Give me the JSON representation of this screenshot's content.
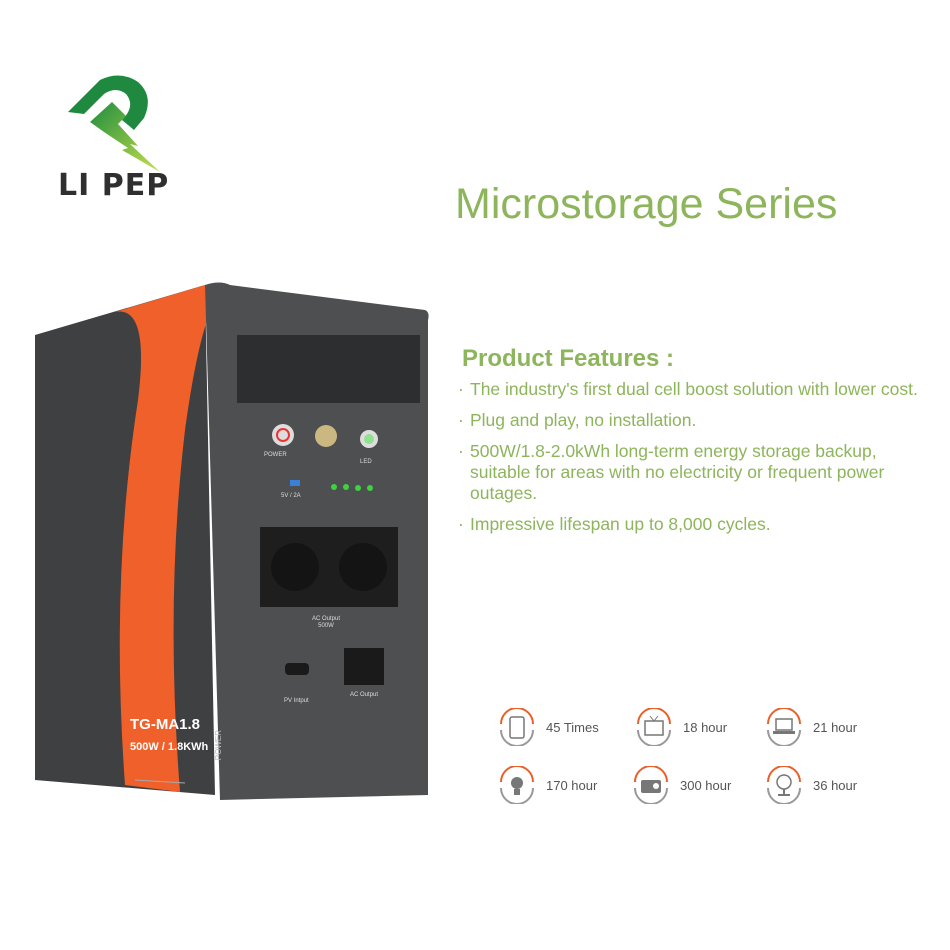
{
  "brand": {
    "logo_text": "LI PEP",
    "colors": {
      "dark_green": "#1f8a3f",
      "light_green": "#b8d84a"
    }
  },
  "title": "Microstorage Series",
  "features": {
    "heading": "Product Features :",
    "items": [
      "The industry's first dual cell boost solution with lower cost.",
      "Plug and play, no installation.",
      "500W/1.8-2.0kWh long-term energy storage backup, suitable for  areas with no electricity or frequent power outages.",
      "Impressive lifespan up to 8,000 cycles."
    ]
  },
  "product": {
    "model": "TG-MA1.8",
    "rating": "500W / 1.8KWh",
    "side_word": "POWER",
    "power_label": "POWER",
    "led_label": "LED",
    "usb_label": "5V / 2A",
    "ac_output_label": "AC Output",
    "ac_output_power": "500W",
    "pv_input_label": "PV Intput",
    "ac_output2_label": "AC Output",
    "colors": {
      "body": "#4e4f51",
      "side": "#3f4042",
      "stripe": "#f0602a",
      "led": "#3fd23f"
    }
  },
  "specs": [
    {
      "icon": "phone-icon",
      "value": "45 Times"
    },
    {
      "icon": "tv-icon",
      "value": "18 hour"
    },
    {
      "icon": "laptop-icon",
      "value": "21 hour"
    },
    {
      "icon": "led-bulb-icon",
      "value": "170 hour"
    },
    {
      "icon": "radio-icon",
      "value": "300 hour"
    },
    {
      "icon": "fan-icon",
      "value": "36 hour"
    }
  ],
  "accent": "#e8602c"
}
